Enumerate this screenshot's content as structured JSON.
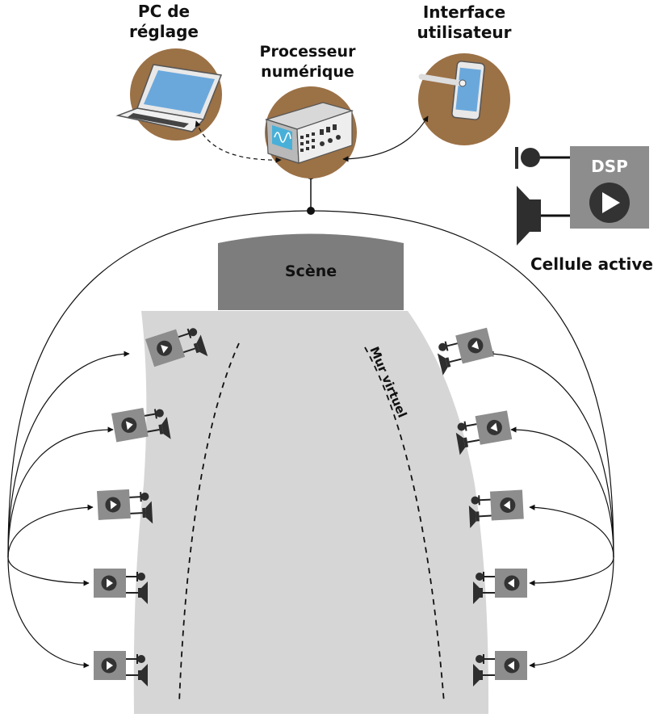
{
  "labels": {
    "pc_line1": "PC de",
    "pc_line2": "réglage",
    "processor_line1": "Processeur",
    "processor_line2": "numérique",
    "interface_line1": "Interface",
    "interface_line2": "utilisateur",
    "stage": "Scène",
    "virtual_wall": "Mur virtuel",
    "dsp": "DSP",
    "active_cell": "Cellule active"
  },
  "colors": {
    "circle_bg": "#9b7146",
    "hall": "#d6d6d6",
    "stage": "#7d7d7d",
    "cell_box": "#8d8d8d",
    "speaker": "#2e2e2e",
    "line": "#111111"
  },
  "icons": {
    "pc": "laptop-icon",
    "processor": "audio-processor-icon",
    "interface": "smartphone-touch-icon",
    "cell": "play-icon"
  },
  "cells": {
    "left_count": 5,
    "right_count": 5
  }
}
